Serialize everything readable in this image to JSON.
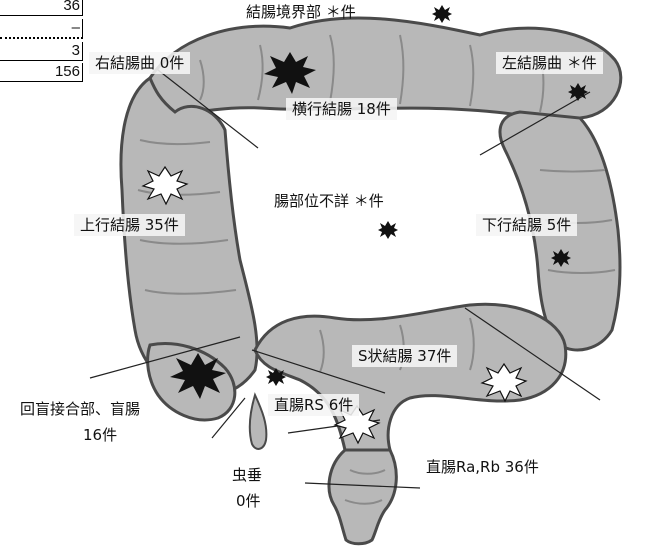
{
  "table": {
    "values": [
      "36",
      "–",
      "3",
      "156"
    ]
  },
  "labels": {
    "border": "結腸境界部 ＊件",
    "right_flexure": "右結腸曲 0件",
    "left_flexure": "左結腸曲 ＊件",
    "transverse": "横行結腸 18件",
    "unknown": "腸部位不詳 ＊件",
    "ascending": "上行結腸 35件",
    "descending": "下行結腸 5件",
    "sigmoid": "S状結腸 37件",
    "ileocecal_line1": "回盲接合部、盲腸",
    "ileocecal_line2": "16件",
    "rectum_rs": "直腸RS 6件",
    "rectum_rarb": "直腸Ra,Rb 36件",
    "appendix_line1": "虫垂",
    "appendix_line2": "0件"
  },
  "colors": {
    "colon_fill": "#b8b8b8",
    "outline": "#4a4a4a",
    "marker": "#111111"
  }
}
